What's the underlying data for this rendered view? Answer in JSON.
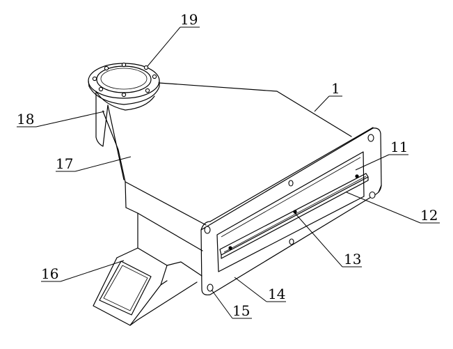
{
  "labels": {
    "l1": "1",
    "l11": "11",
    "l12": "12",
    "l13": "13",
    "l14": "14",
    "l15": "15",
    "l16": "16",
    "l17": "17",
    "l18": "18",
    "l19": "19"
  }
}
